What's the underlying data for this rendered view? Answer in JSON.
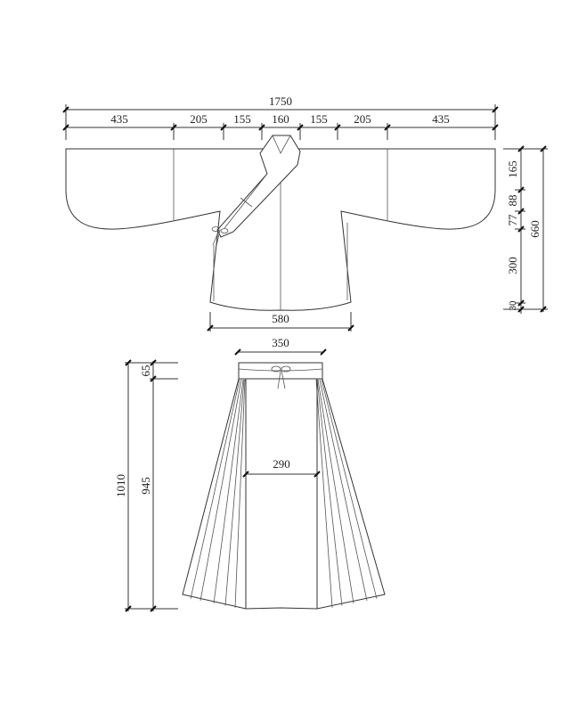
{
  "jacket": {
    "total_width": "1750",
    "segments": [
      "435",
      "205",
      "155",
      "160",
      "155",
      "205",
      "435"
    ],
    "hem_width": "580",
    "heights": {
      "top": "165",
      "mid1": "88",
      "mid2": "77",
      "lower": "300",
      "hem": "30",
      "total": "660"
    }
  },
  "skirt": {
    "waist_width": "350",
    "panel_width": "290",
    "waistband_height": "65",
    "body_length": "945",
    "total_length": "1010"
  }
}
